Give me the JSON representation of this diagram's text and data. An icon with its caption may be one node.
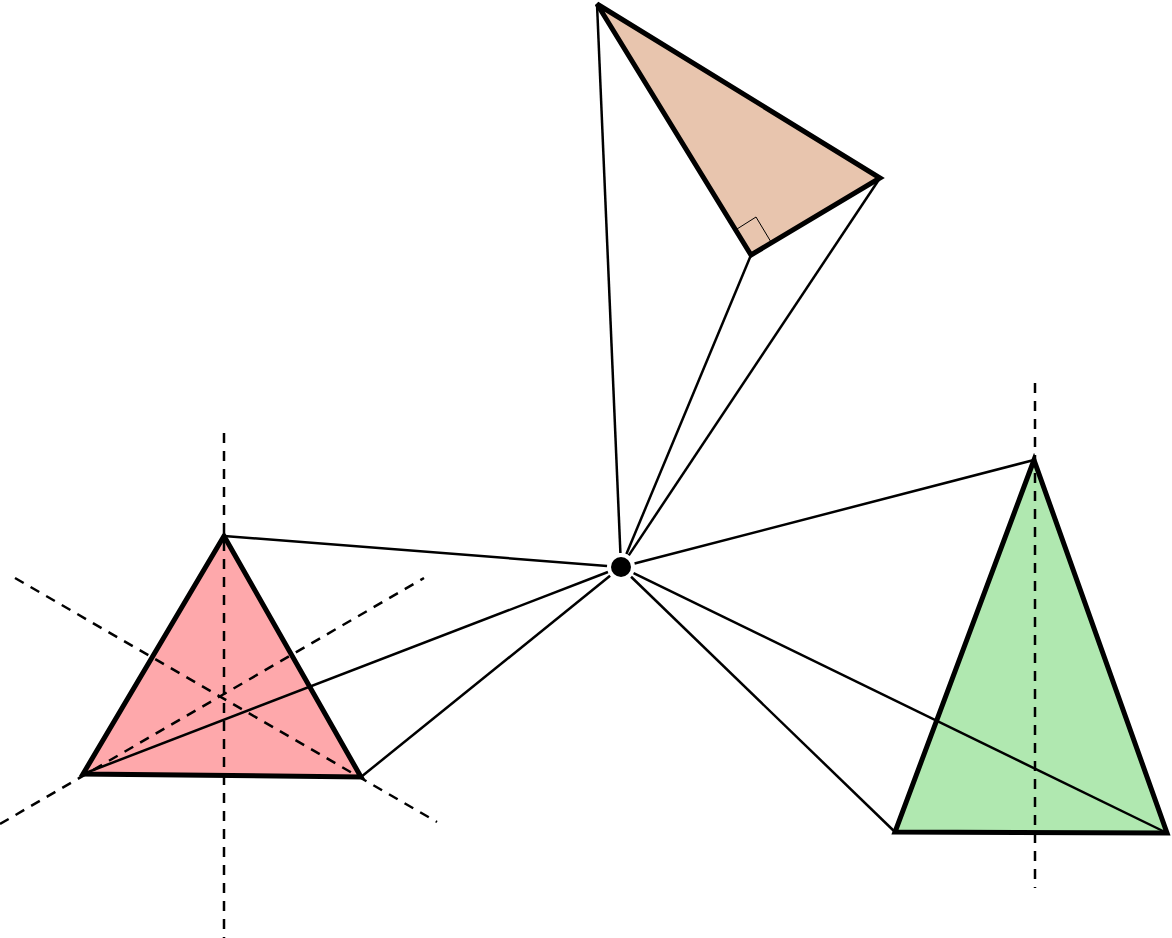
{
  "diagram": {
    "nodes": [
      {
        "text": [],
        "shape": "triangle"
      },
      {
        "text": [],
        "shape": "circle"
      },
      {
        "text": [],
        "shape": "triangle"
      },
      {
        "text": [],
        "shape": "triangle"
      }
    ],
    "edges": [
      {
        "from": 1,
        "to": 0,
        "arrow": "none"
      },
      {
        "from": 1,
        "to": 0,
        "arrow": "none"
      },
      {
        "from": 1,
        "to": 0,
        "arrow": "none"
      },
      {
        "from": 1,
        "to": 3,
        "arrow": "none"
      },
      {
        "from": 1,
        "to": 3,
        "arrow": "none"
      },
      {
        "from": 1,
        "to": 3,
        "arrow": "none"
      },
      {
        "from": 1,
        "to": 2,
        "arrow": "none"
      },
      {
        "from": 1,
        "to": 2,
        "arrow": "none"
      },
      {
        "from": 1,
        "to": 2,
        "arrow": "none"
      }
    ]
  }
}
